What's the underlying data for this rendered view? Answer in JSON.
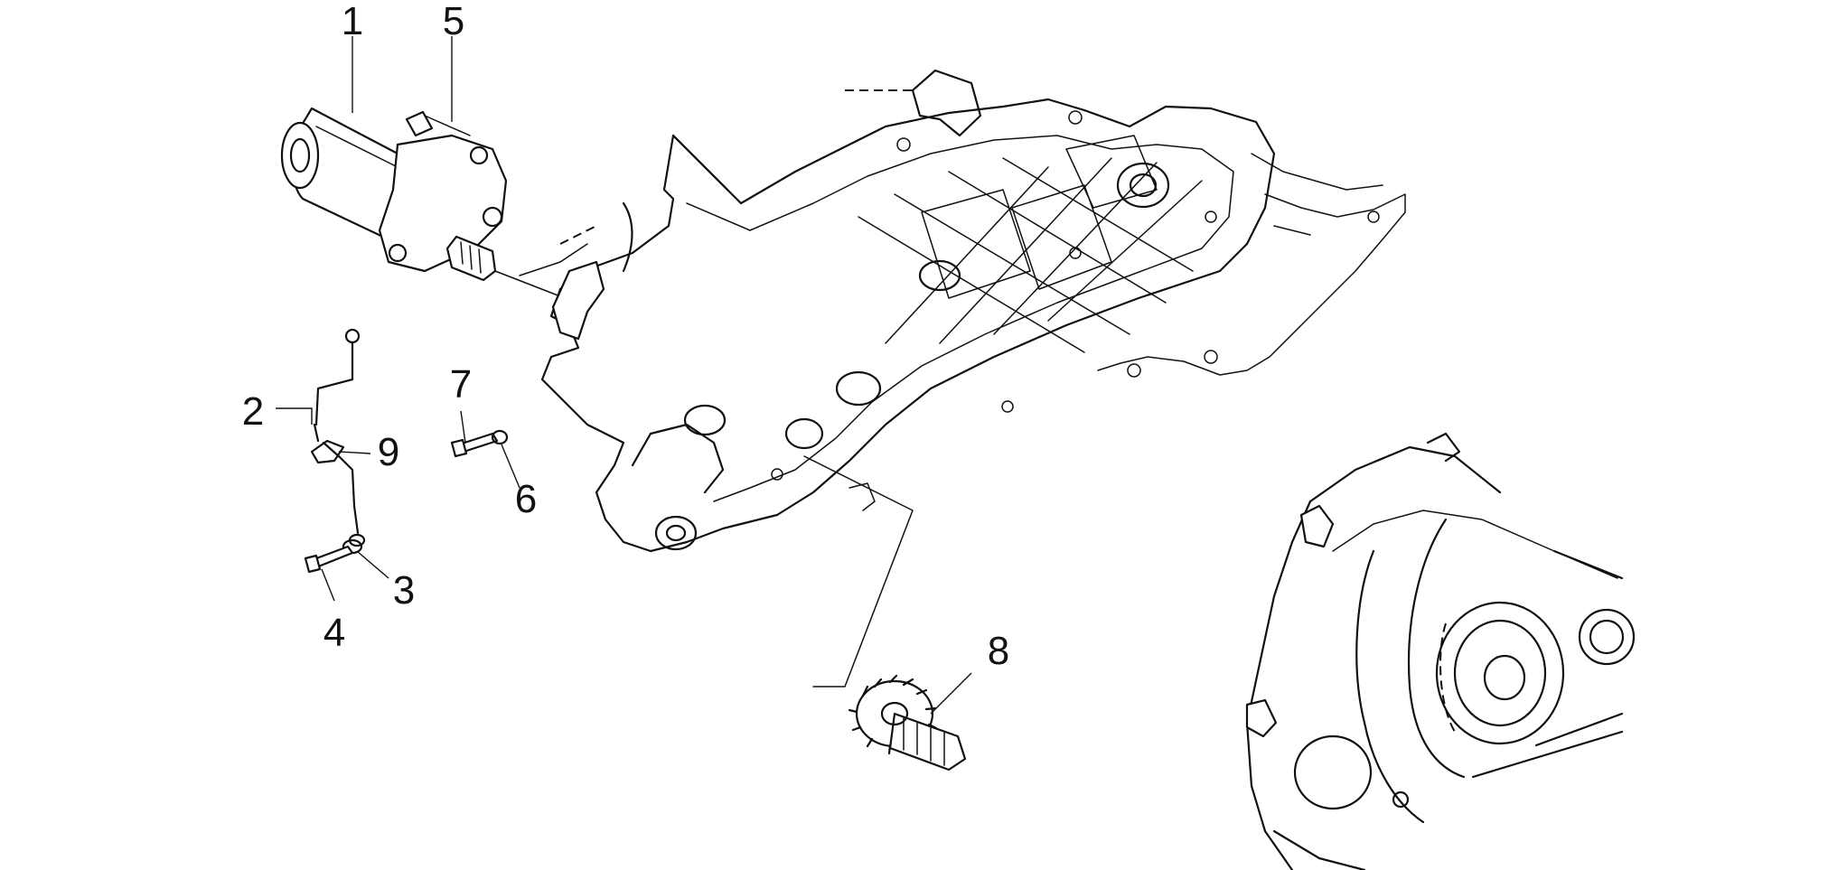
{
  "callouts": {
    "c1": "1",
    "c2": "2",
    "c3": "3",
    "c4": "4",
    "c5": "5",
    "c6": "6",
    "c7": "7",
    "c8": "8",
    "c9": "9"
  },
  "colors": {
    "ink": "#111111",
    "background": "#ffffff"
  }
}
